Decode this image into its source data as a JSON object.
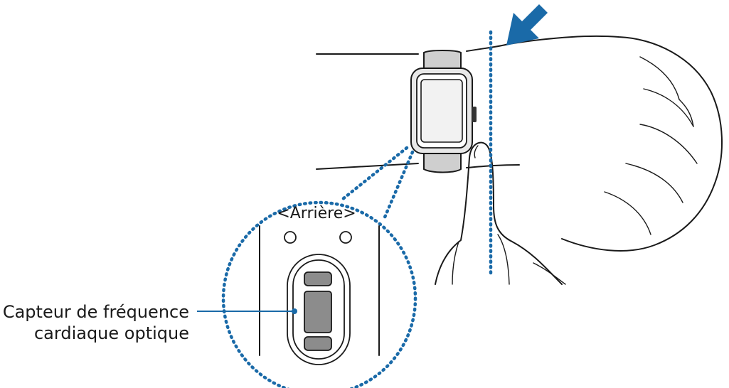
{
  "diagram": {
    "back_label": "<Arrière>",
    "sensor_label_line1": "Capteur de fréquence",
    "sensor_label_line2": "cardiaque optique"
  },
  "colors": {
    "accent": "#1a6aa8",
    "outline": "#1a1a1a",
    "sensor_fill": "#8c8c8c",
    "band_fill": "#cfcfcf",
    "case_fill": "#e8e8e8"
  },
  "icons": {
    "arrow": "pointing-arrow-icon",
    "sensor": "heart-rate-sensor-icon"
  }
}
